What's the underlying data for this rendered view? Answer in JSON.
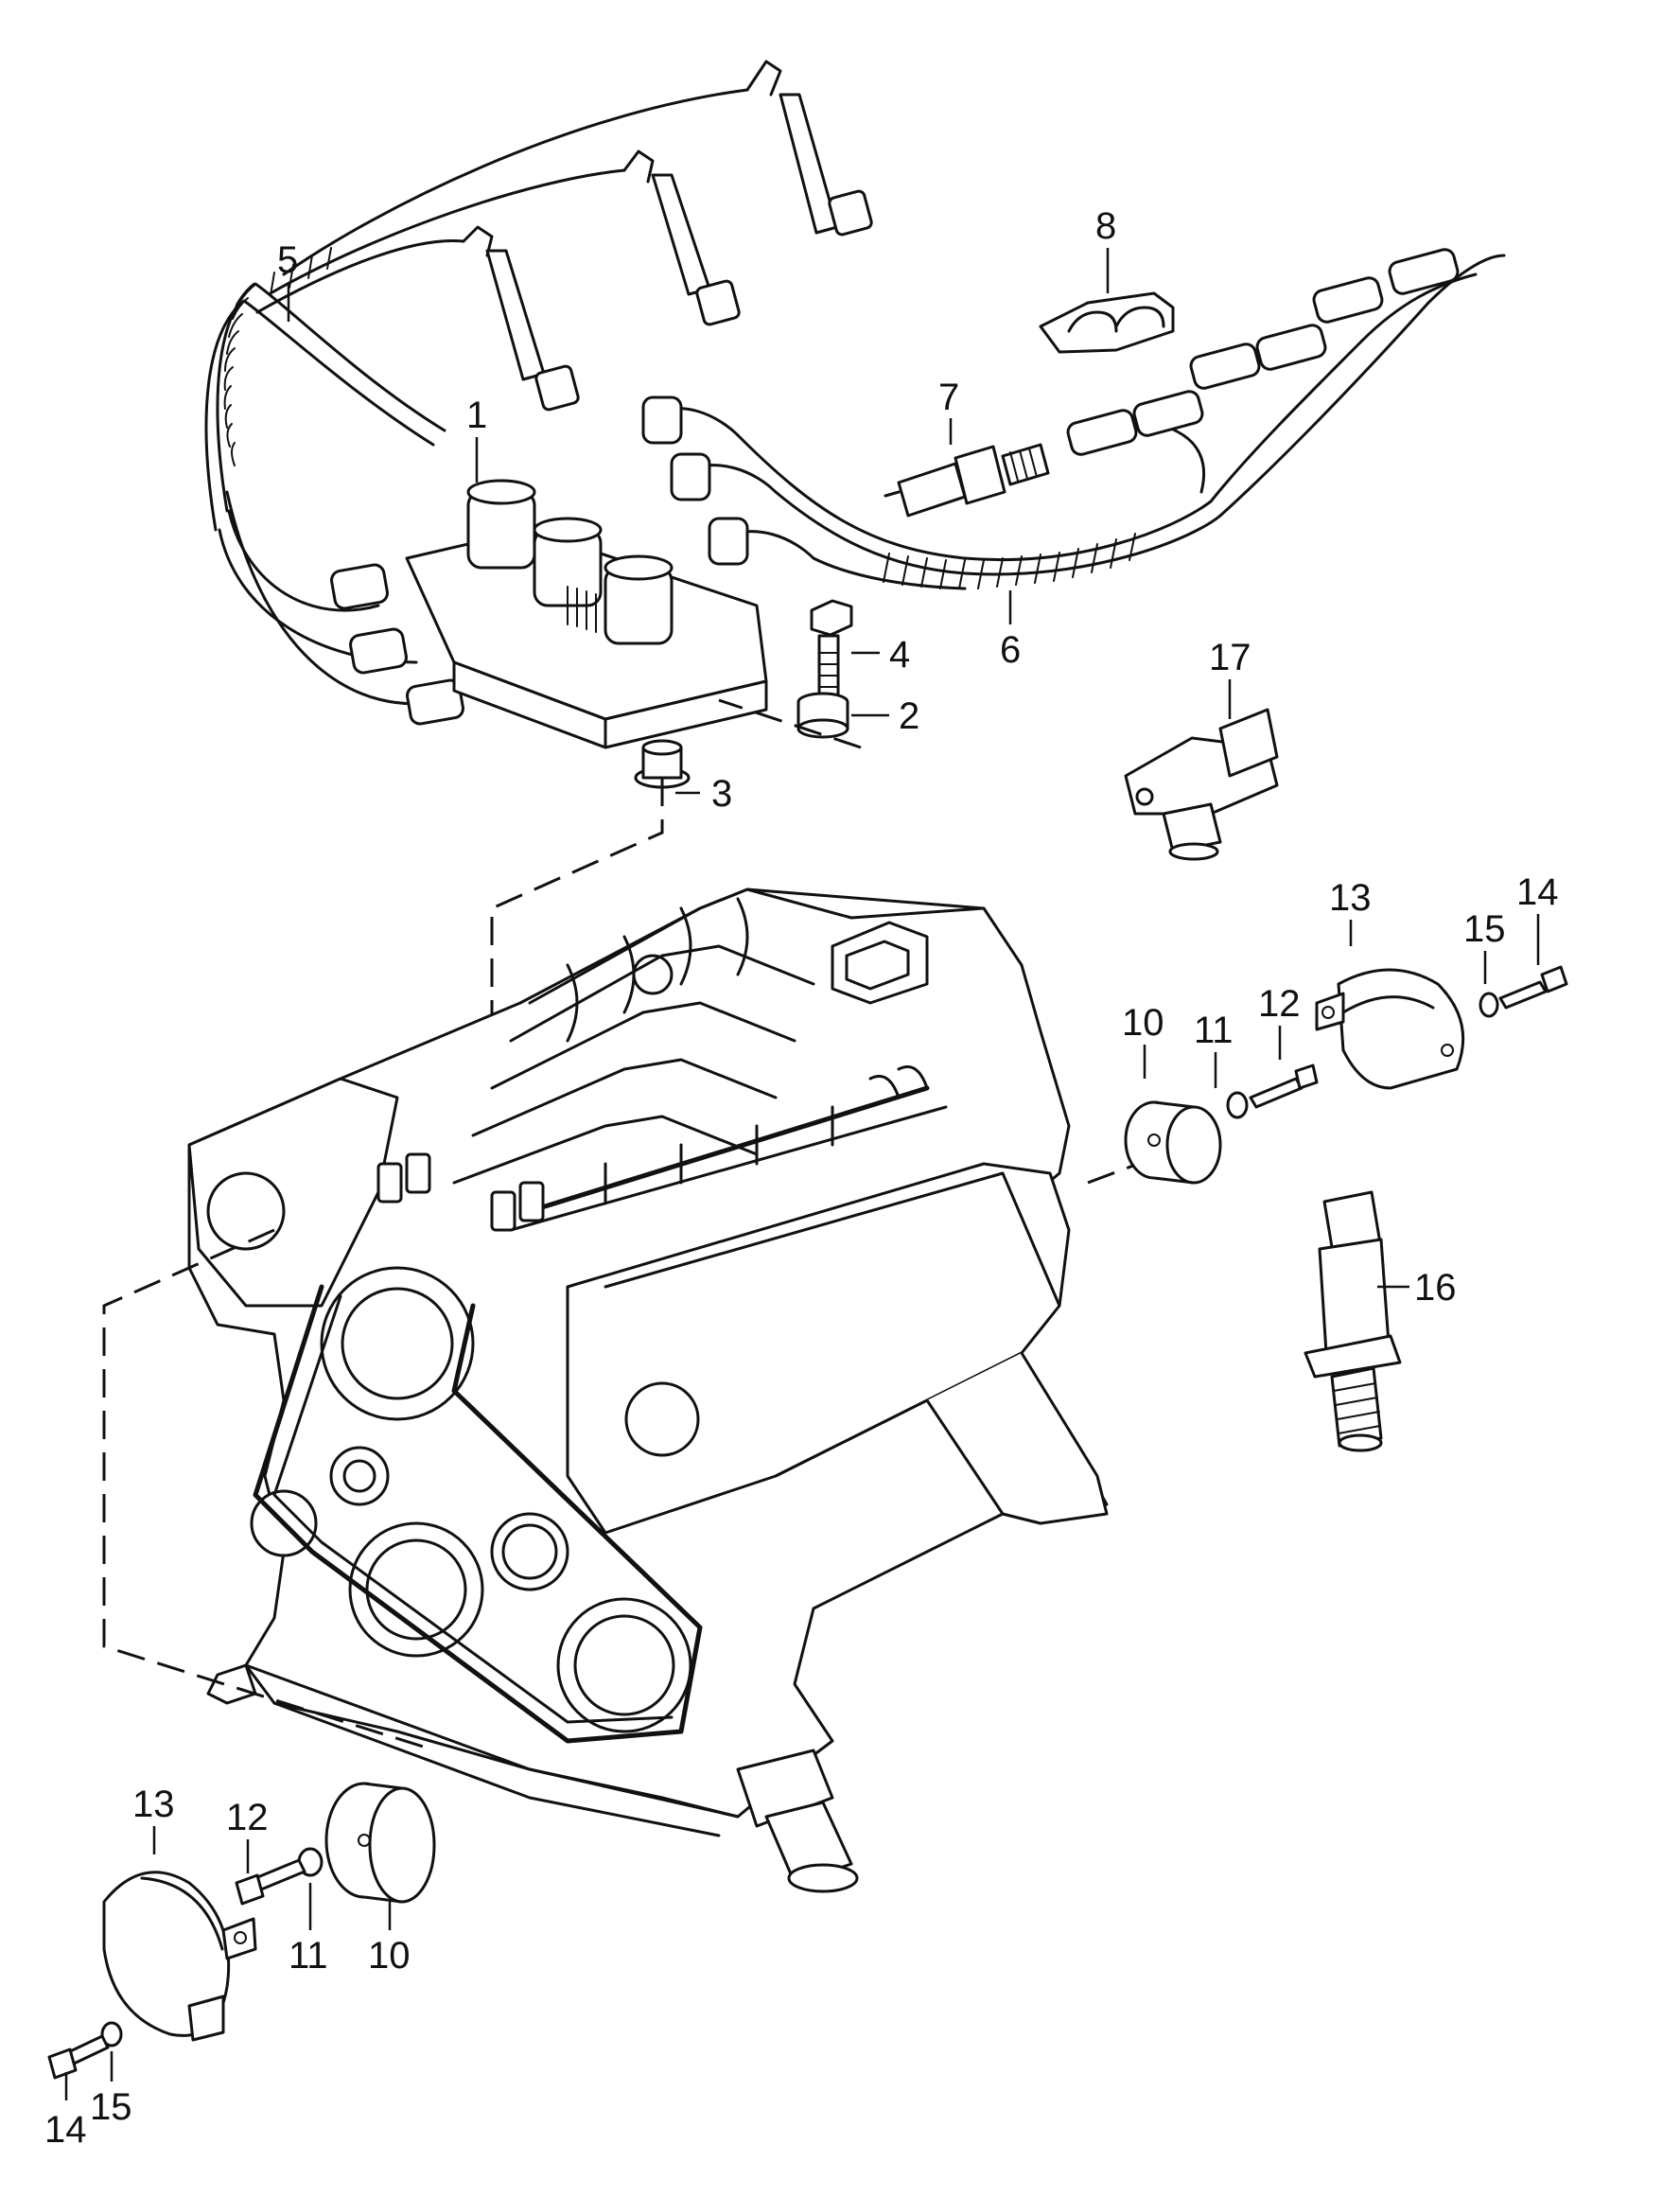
{
  "callouts": {
    "c1": "1",
    "c2": "2",
    "c3": "3",
    "c4": "4",
    "c5": "5",
    "c6": "6",
    "c7": "7",
    "c8": "8",
    "c10_upper": "10",
    "c11_upper": "11",
    "c12_upper": "12",
    "c13_upper": "13",
    "c14_upper": "14",
    "c15_upper": "15",
    "c16": "16",
    "c17": "17",
    "c10_lower": "10",
    "c11_lower": "11",
    "c12_lower": "12",
    "c13_lower": "13",
    "c14_lower": "14",
    "c15_lower": "15"
  }
}
